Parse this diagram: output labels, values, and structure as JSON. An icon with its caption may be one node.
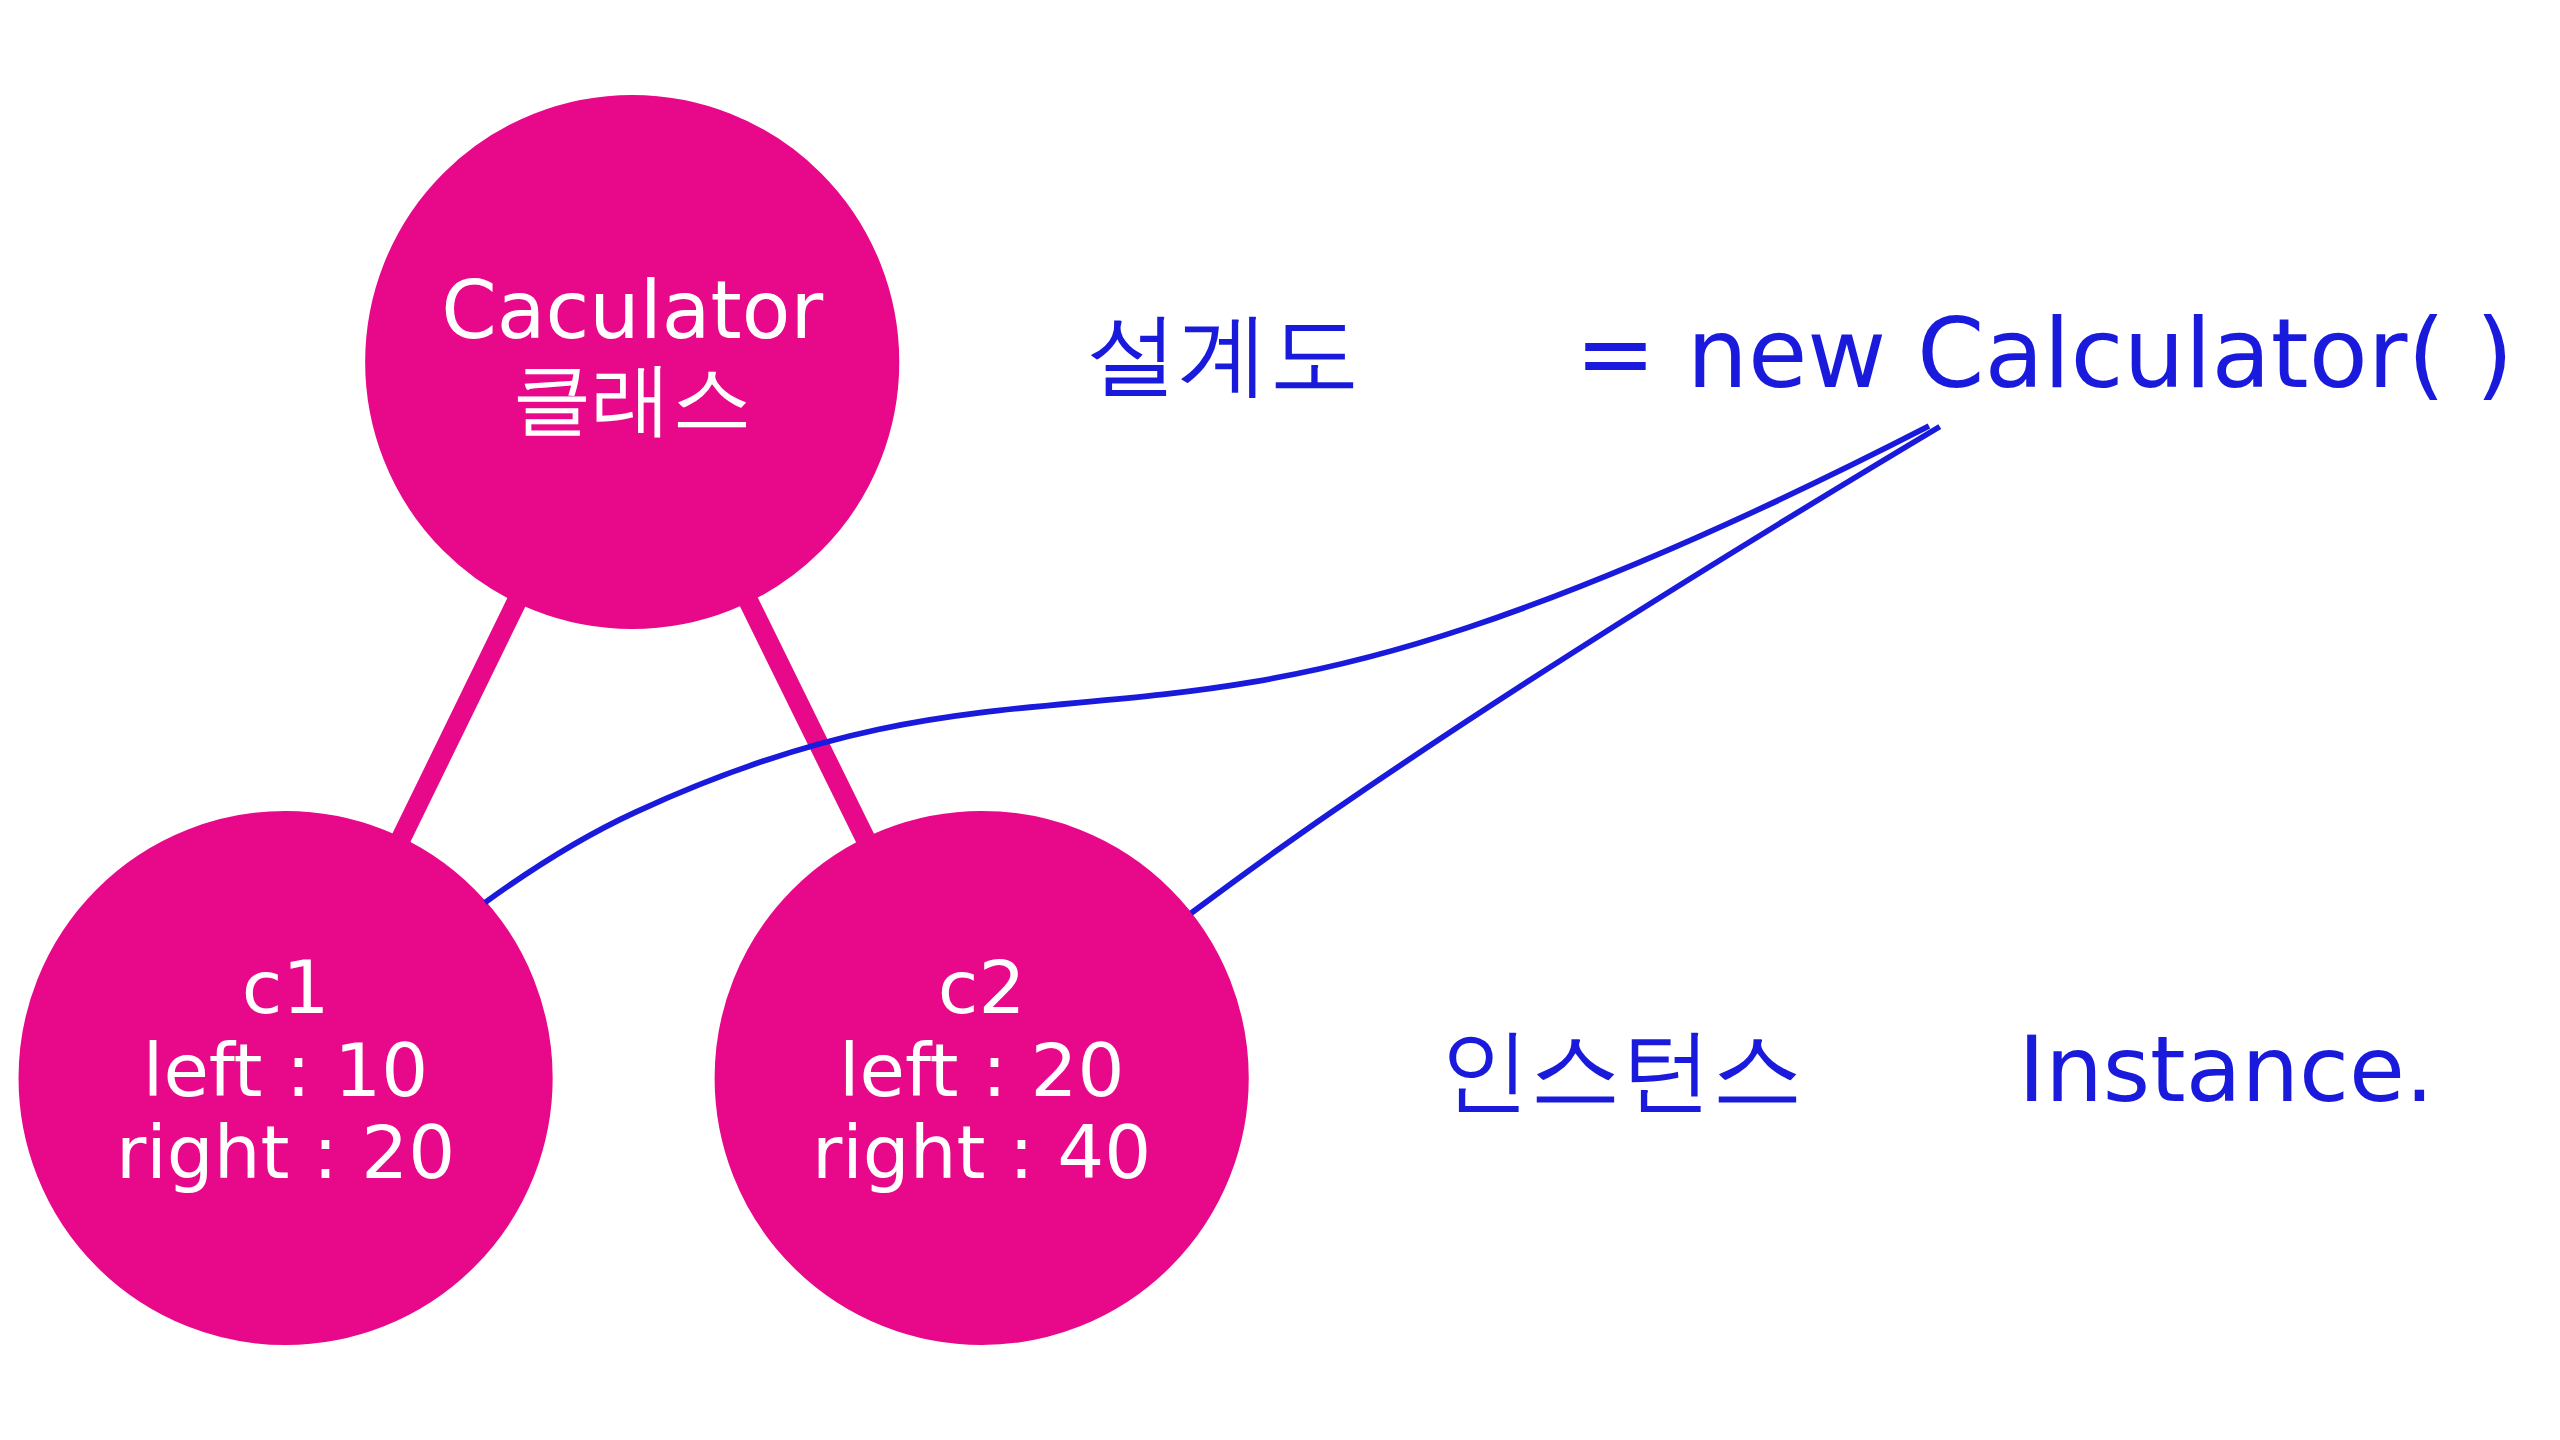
{
  "diagram": {
    "nodes": [
      {
        "text": [
          "Caculator",
          "클래스"
        ]
      },
      {
        "text": [
          "c1",
          "left : 10",
          "right : 20"
        ]
      },
      {
        "text": [
          "c2",
          "left : 20",
          "right : 40"
        ]
      },
      {
        "text": [
          "= new Calculator( )"
        ]
      }
    ],
    "edges": [
      {
        "from": 0,
        "to": 1,
        "arrow": "none",
        "style": "thick",
        "color": "#e8088a"
      },
      {
        "from": 0,
        "to": 2,
        "arrow": "none",
        "style": "thick",
        "color": "#e8088a"
      },
      {
        "from": 1,
        "to": 3,
        "arrow": "none",
        "color": "#1a1adc"
      },
      {
        "from": 2,
        "to": 3,
        "arrow": "none",
        "color": "#1a1adc"
      }
    ],
    "labels": [
      "설계도",
      "인스턴스",
      "Instance."
    ]
  }
}
